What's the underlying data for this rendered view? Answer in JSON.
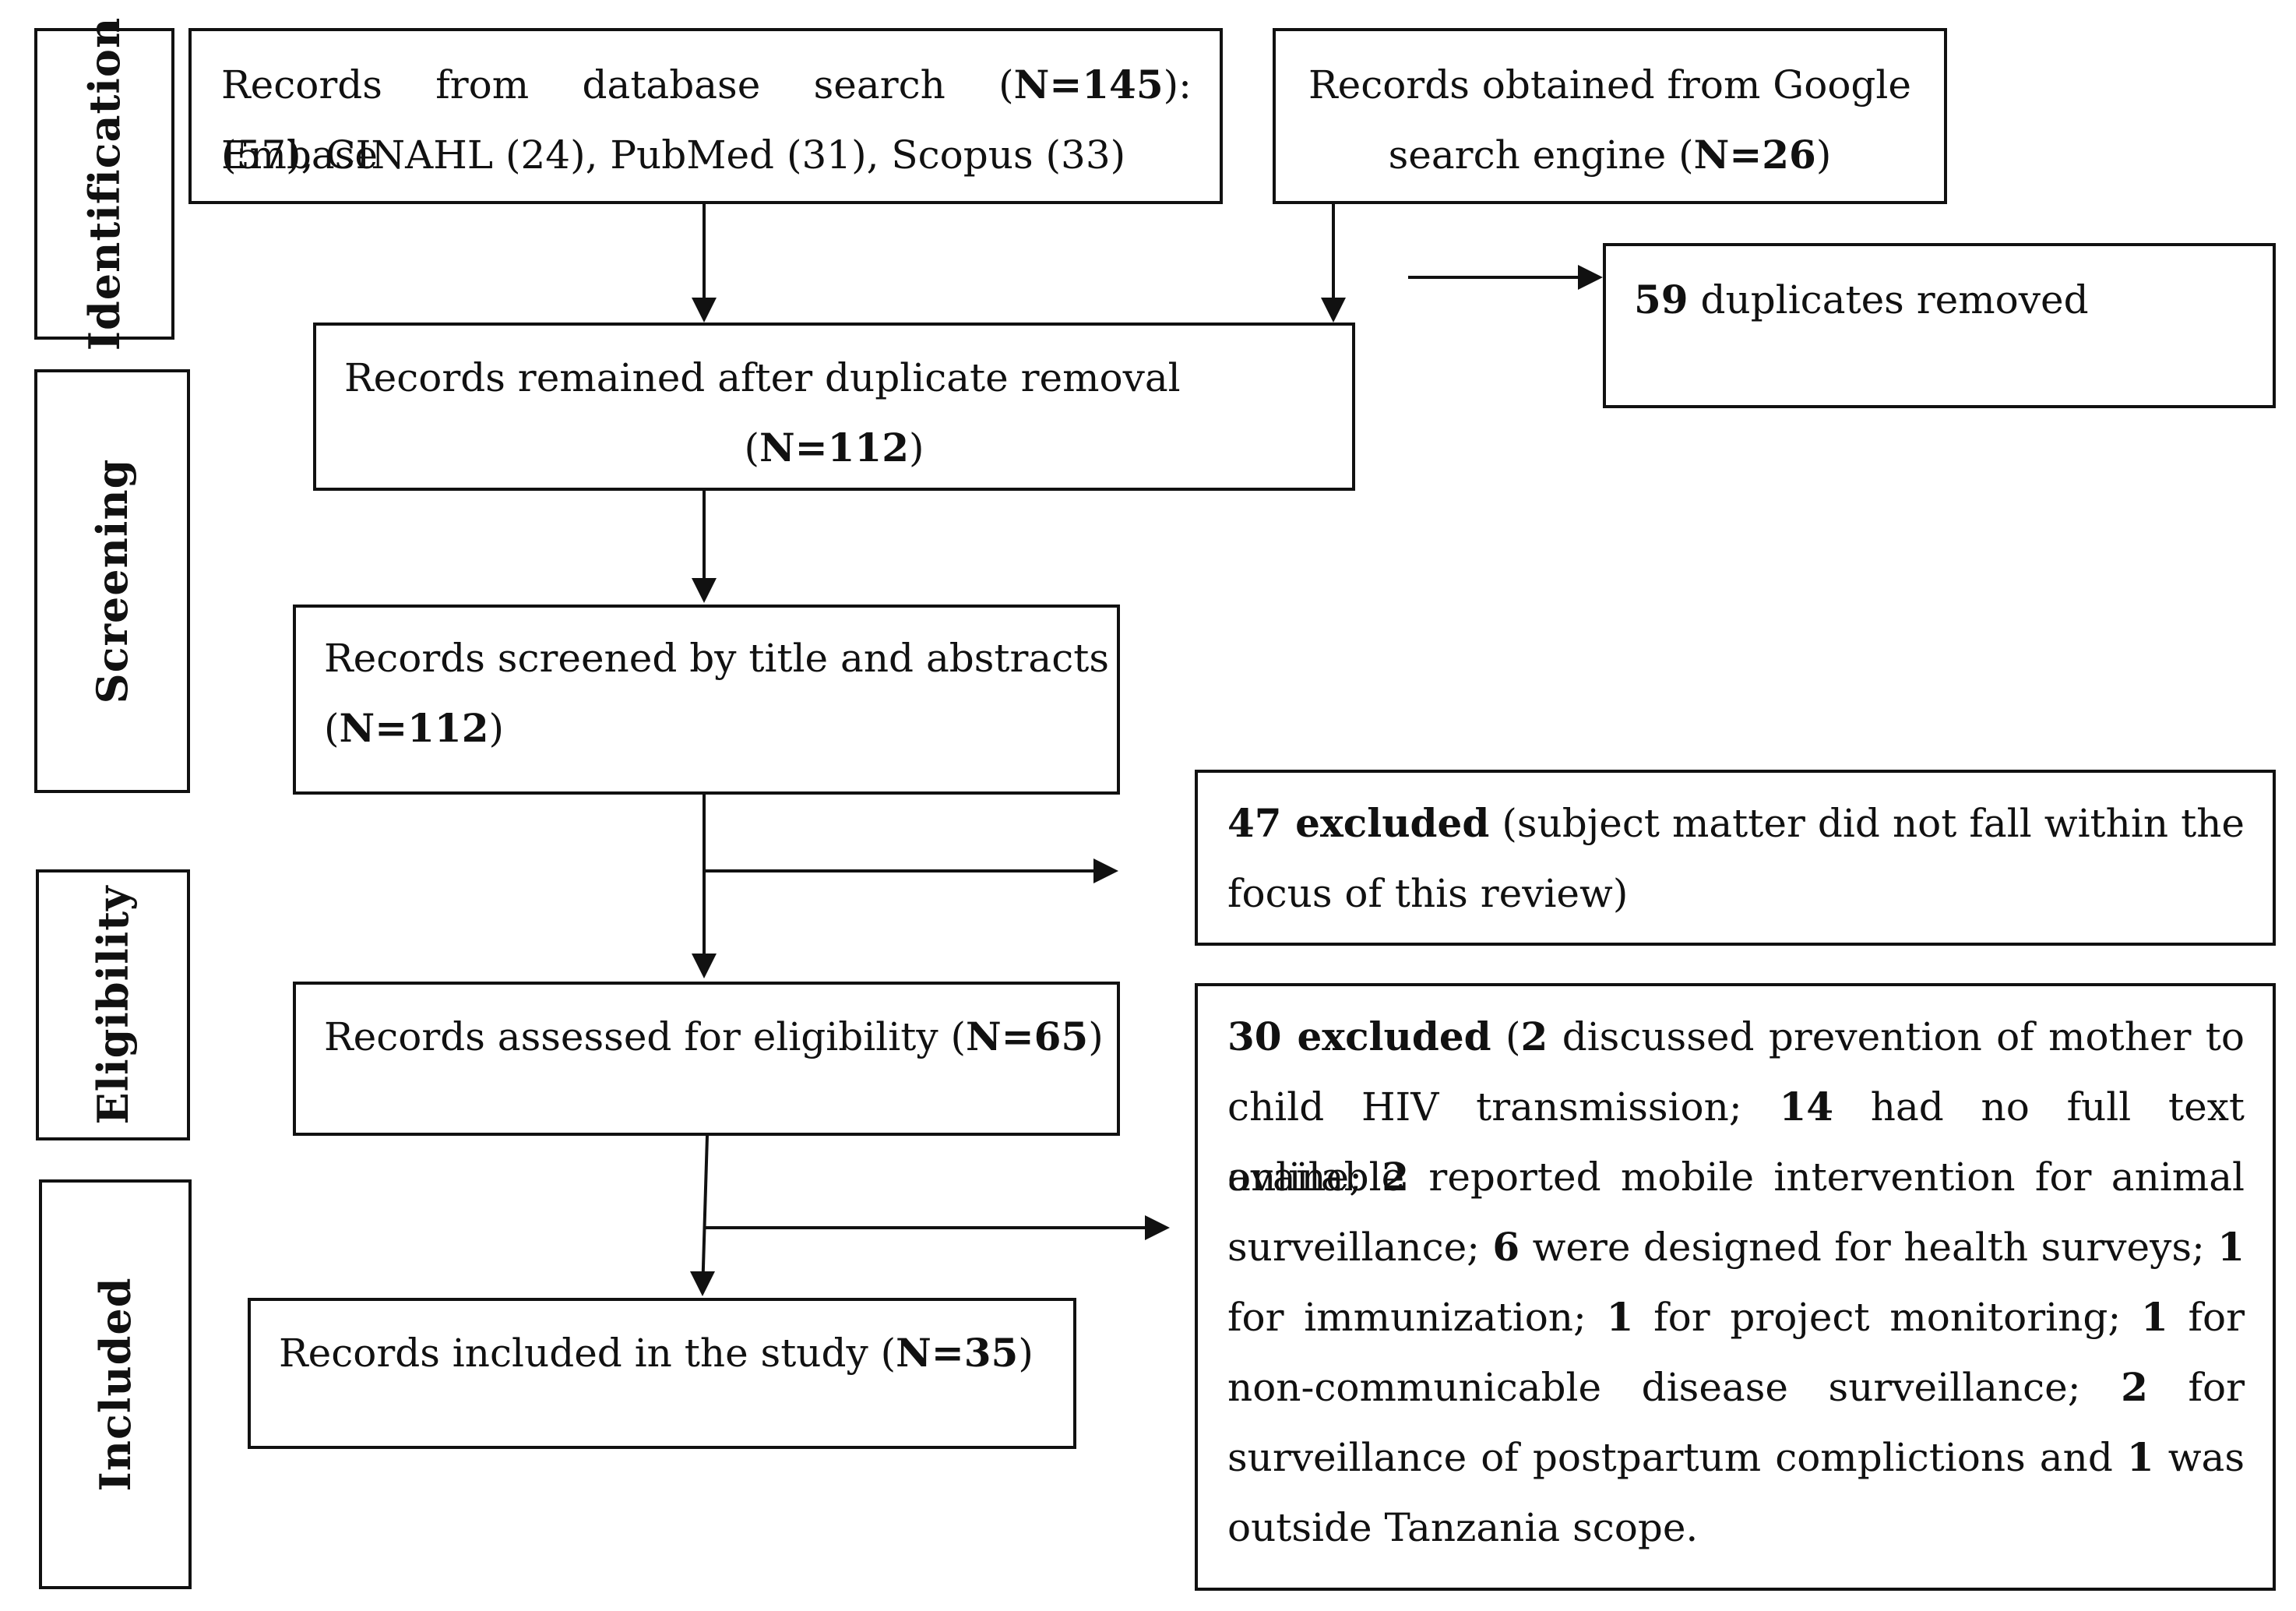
{
  "stages": {
    "identification": "Identification",
    "screening": "Screening",
    "eligibility": "Eligibility",
    "included": "Included"
  },
  "boxes": {
    "database": {
      "prefix": "Records from database search (",
      "n": "N=145",
      "suffix": "): Embase",
      "line2": "(57), CINAHL (24), PubMed (31), Scopus (33)"
    },
    "google": {
      "line1": "Records obtained from Google",
      "prefix": "search engine (",
      "n": "N=26",
      "suffix": ")"
    },
    "duplicates": {
      "n": "59",
      "text": " duplicates removed"
    },
    "remained": {
      "line1": "Records remained after duplicate removal",
      "prefix": "(",
      "n": "N=112",
      "suffix": ")"
    },
    "screened": {
      "line1": "Records screened by title and abstracts",
      "prefix": "(",
      "n": "N=112",
      "suffix": ")"
    },
    "excluded47": {
      "n": "47 excluded",
      "line1_rest": " (subject matter did not fall within the",
      "line2": "focus of this review)"
    },
    "eligibility": {
      "prefix": "Records assessed for eligibility (",
      "n": "N=65",
      "suffix": ")"
    },
    "included": {
      "prefix": "Records included in the study (",
      "n": "N=35",
      "suffix": ")"
    },
    "excluded30": {
      "l1_n": "30 excluded",
      "l1_a": " (",
      "l1_b": "2",
      "l1_c": " discussed prevention of mother to",
      "l2_a": "child HIV transmission; ",
      "l2_b": "14",
      "l2_c": " had no full text available",
      "l3_a": "online; ",
      "l3_b": "2",
      "l3_c": " reported mobile intervention for animal",
      "l4_a": "surveillance; ",
      "l4_b": "6",
      "l4_c": " were designed  for health surveys; ",
      "l4_d": "1",
      "l5_a": "for immunization; ",
      "l5_b": "1",
      "l5_c": " for project monitoring; ",
      "l5_d": "1",
      "l5_e": " for",
      "l6_a": "non-communicable disease surveillance; ",
      "l6_b": "2",
      "l6_c": " for",
      "l7_a": "surveillance of postpartum complictions and ",
      "l7_b": "1",
      "l7_c": " was",
      "l8": "outside Tanzania scope."
    }
  }
}
